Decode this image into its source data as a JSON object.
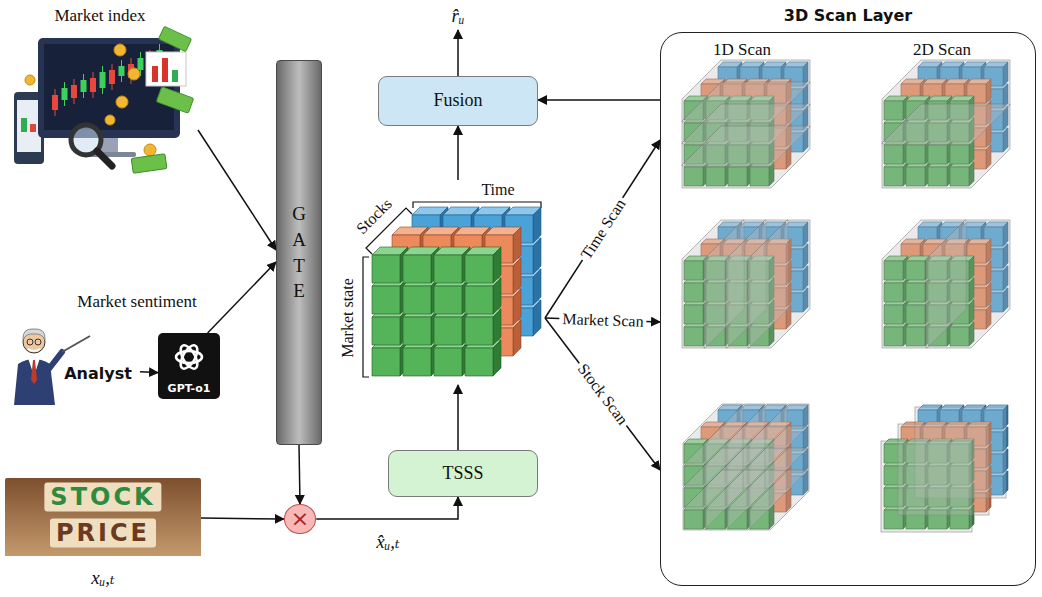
{
  "diagram": {
    "nodes": [
      {
        "text": [
          "Market index"
        ]
      },
      {
        "text": [
          "Analyst"
        ]
      },
      {
        "text": [
          "GPT-o1"
        ]
      },
      {
        "text": [
          "GATE"
        ]
      },
      {
        "text": [
          "STOCK",
          "PRICE",
          "xᵤ,ₜ"
        ]
      },
      {
        "text": [
          "×"
        ]
      },
      {
        "text": [
          "TSSS"
        ]
      },
      {
        "text": [
          "Stocks",
          "Time",
          "Market state"
        ]
      },
      {
        "text": [
          "Fusion"
        ]
      },
      {
        "text": [
          "3D Scan Layer"
        ]
      }
    ],
    "edges": [
      {
        "from": 0,
        "to": 3,
        "arrow": "to"
      },
      {
        "from": 1,
        "to": 2,
        "arrow": "to"
      },
      {
        "from": 2,
        "to": 3,
        "arrow": "to"
      },
      {
        "from": 3,
        "to": 5,
        "arrow": "to"
      },
      {
        "from": 4,
        "to": 5,
        "arrow": "to"
      },
      {
        "from": 5,
        "to": 6,
        "label": "x̂ᵤ,ₜ",
        "arrow": "to"
      },
      {
        "from": 6,
        "to": 7,
        "arrow": "to"
      },
      {
        "from": 7,
        "to": 8,
        "arrow": "to"
      },
      {
        "from": 7,
        "to": 9,
        "label": "Time Scan",
        "arrow": "to"
      },
      {
        "from": 7,
        "to": 9,
        "label": "Market Scan",
        "arrow": "to"
      },
      {
        "from": 7,
        "to": 9,
        "label": "Stock Scan",
        "arrow": "to"
      },
      {
        "from": 9,
        "to": 8,
        "arrow": "to"
      }
    ],
    "labels": [
      "r̂ᵤ",
      "Market sentiment",
      "1D Scan",
      "2D Scan"
    ]
  }
}
